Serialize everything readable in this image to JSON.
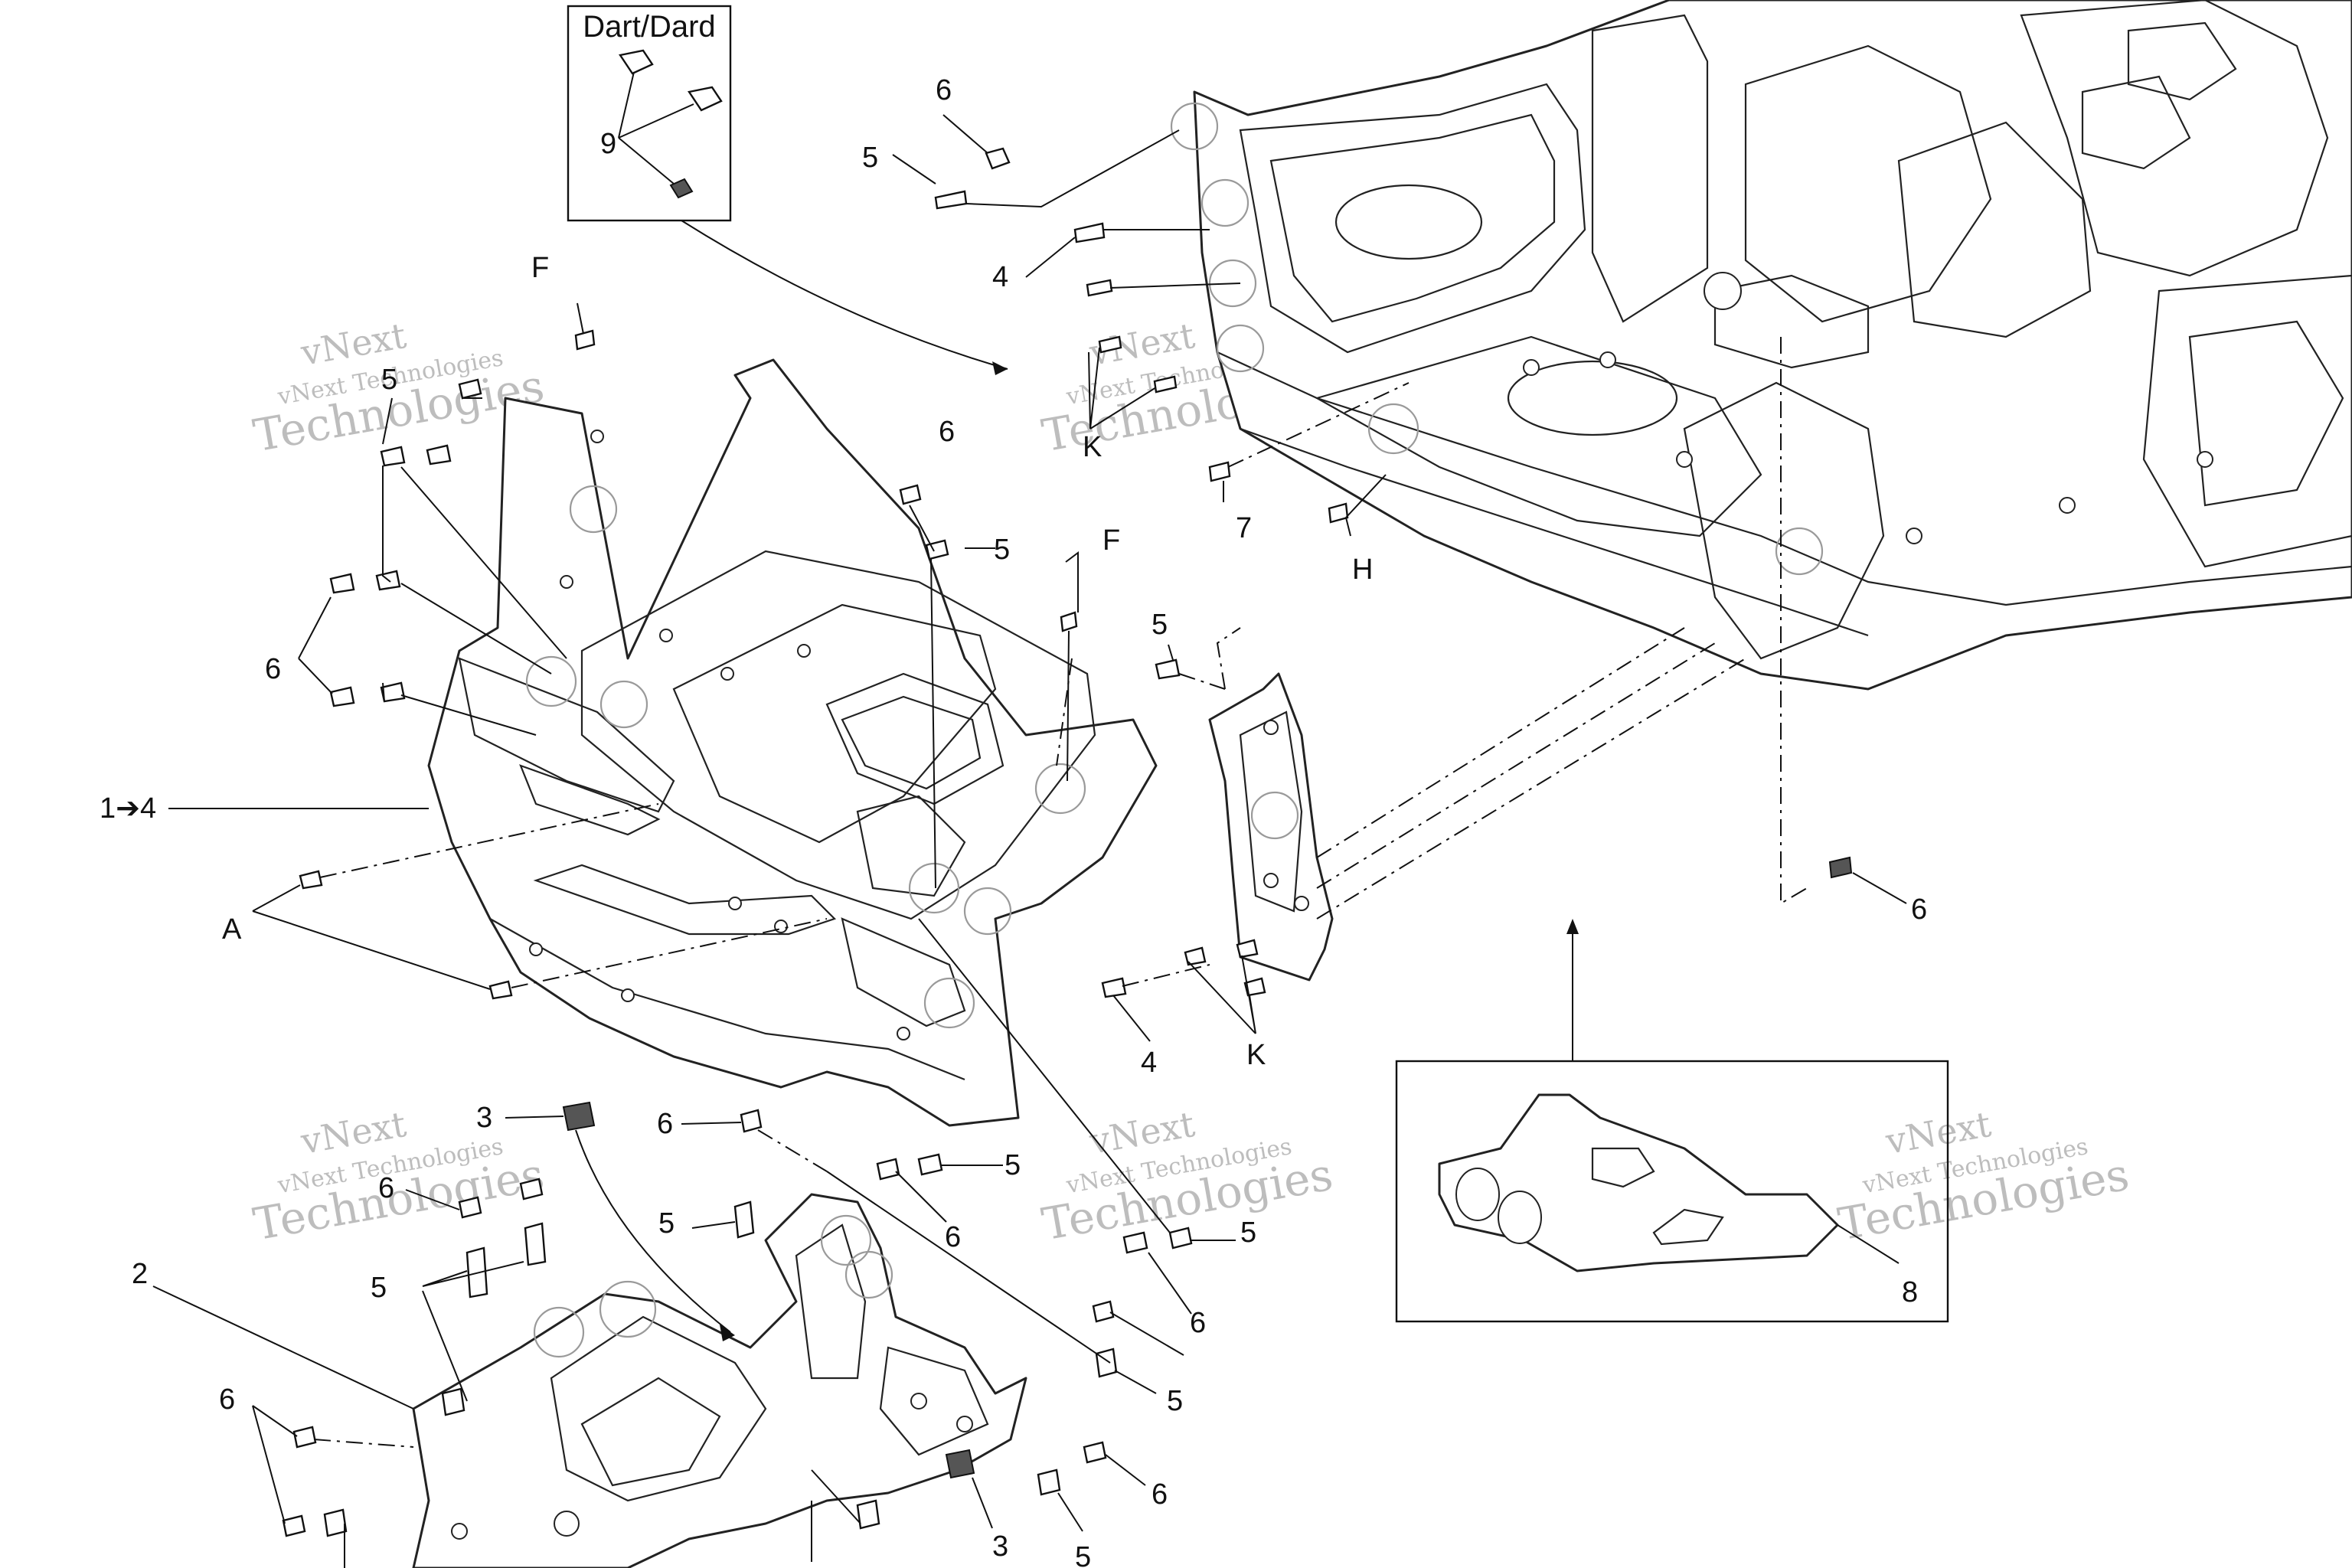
{
  "inset_top": {
    "title": "Dart/Dard",
    "callout": "9"
  },
  "inset_bottom": {
    "callout": "8"
  },
  "callouts": {
    "part_1_4": "1➔4",
    "part_2": "2",
    "part_3": "3",
    "part_4": "4",
    "part_5": "5",
    "part_6": "6",
    "part_7": "7",
    "ref_A": "A",
    "ref_F": "F",
    "ref_H": "H",
    "ref_K": "K"
  },
  "watermark": {
    "line1": "vNext",
    "line2": "vNext Technologies",
    "line3": "Technologies"
  }
}
